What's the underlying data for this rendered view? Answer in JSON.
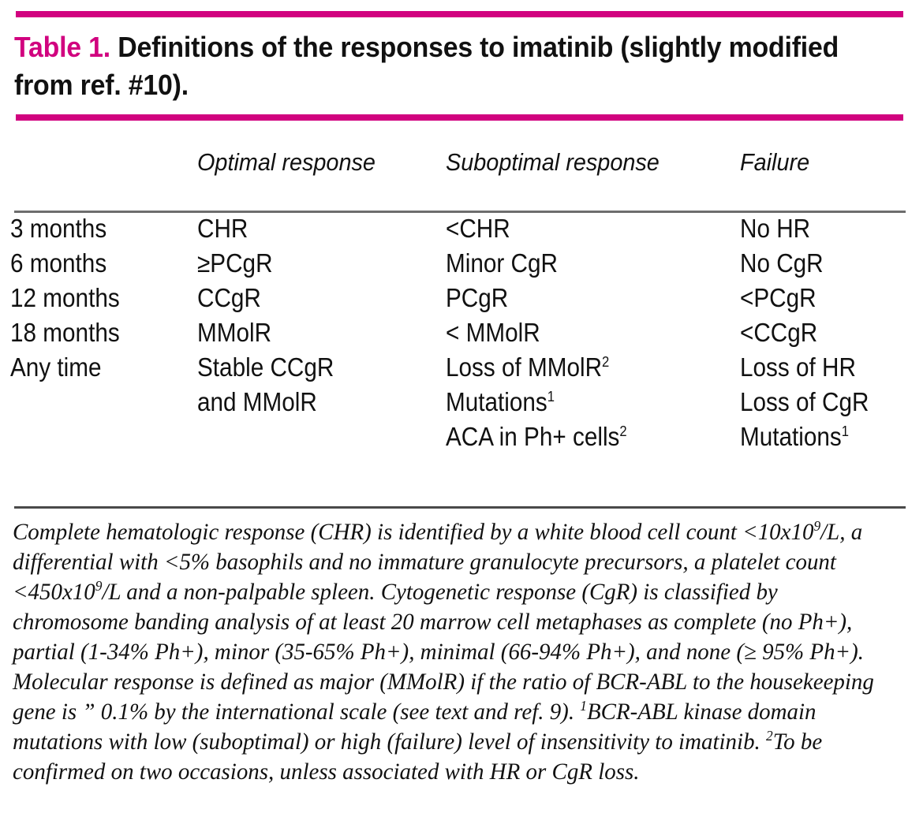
{
  "colors": {
    "accent_magenta": "#D1027F",
    "rule_grey": "#6d6d6d",
    "text": "#111111"
  },
  "title": {
    "label": "Table 1.",
    "text": " Definitions of the responses to imatinib (slightly modified from ref. #10)."
  },
  "table": {
    "headers": [
      "",
      "Optimal response",
      "Suboptimal response",
      "Failure"
    ],
    "columns": {
      "timepoints": [
        "3 months",
        "6 months",
        "12 months",
        "18 months",
        "Any time",
        "",
        ""
      ],
      "optimal": [
        "CHR",
        "≥PCgR",
        "CCgR",
        "MMolR",
        "Stable CCgR",
        "and MMolR",
        ""
      ],
      "suboptimal": [
        "<CHR",
        "Minor CgR",
        "PCgR",
        "< MMolR",
        "Loss of MMolR",
        "Mutations",
        "ACA in Ph+ cells"
      ],
      "suboptimal_sup": [
        "",
        "",
        "",
        "",
        "2",
        "1",
        "2"
      ],
      "failure": [
        "No HR",
        "No CgR",
        "<PCgR",
        "<CCgR",
        "Loss of HR",
        "Loss of CgR",
        "Mutations"
      ],
      "failure_sup": [
        "",
        "",
        "",
        "",
        "",
        "",
        "1"
      ]
    }
  },
  "footnote": {
    "part1": "Complete hematologic response (CHR) is identified by a white blood cell count <10x10",
    "sup1": "9",
    "part2": "/L, a differential with <5% basophils and no immature granulocyte precursors, a platelet count <450x10",
    "sup2": "9",
    "part3": "/L and a non-palpable spleen. Cytogenetic response (CgR) is classified by chromosome banding analysis of at least 20 marrow cell metaphases as complete (no Ph+), partial (1-34% Ph+), minor (35-65% Ph+), minimal (66-94% Ph+), and none (≥ 95% Ph+). Molecular response is defined as major (MMolR) if the ratio of BCR-ABL to the housekeeping gene is ” 0.1% by the international scale (see text and ref. 9). ",
    "sup3": "1",
    "part4": "BCR-ABL kinase domain mutations with low (suboptimal) or high (failure) level of insensitivity to imatinib. ",
    "sup4": "2",
    "part5": "To be confirmed on two occasions, unless associated with HR or CgR loss."
  }
}
